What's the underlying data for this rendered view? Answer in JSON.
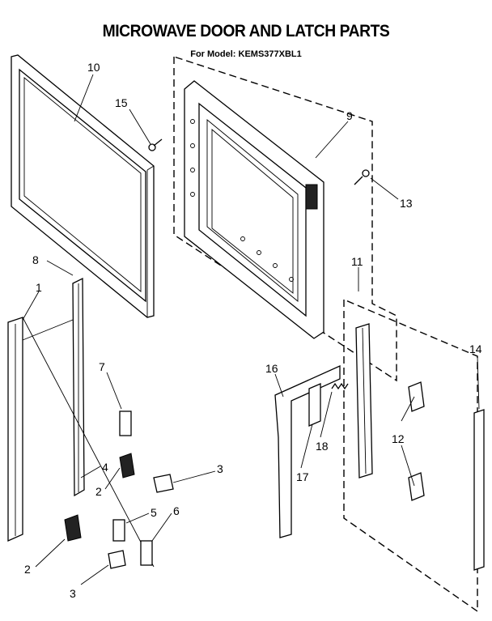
{
  "title": "MICROWAVE DOOR AND LATCH PARTS",
  "subtitle": "For Model: KEMS377XBL1",
  "callouts": [
    "10",
    "15",
    "9",
    "13",
    "8",
    "1",
    "11",
    "7",
    "16",
    "14",
    "4",
    "3",
    "2",
    "12",
    "5",
    "6",
    "18",
    "17",
    "2",
    "3"
  ]
}
